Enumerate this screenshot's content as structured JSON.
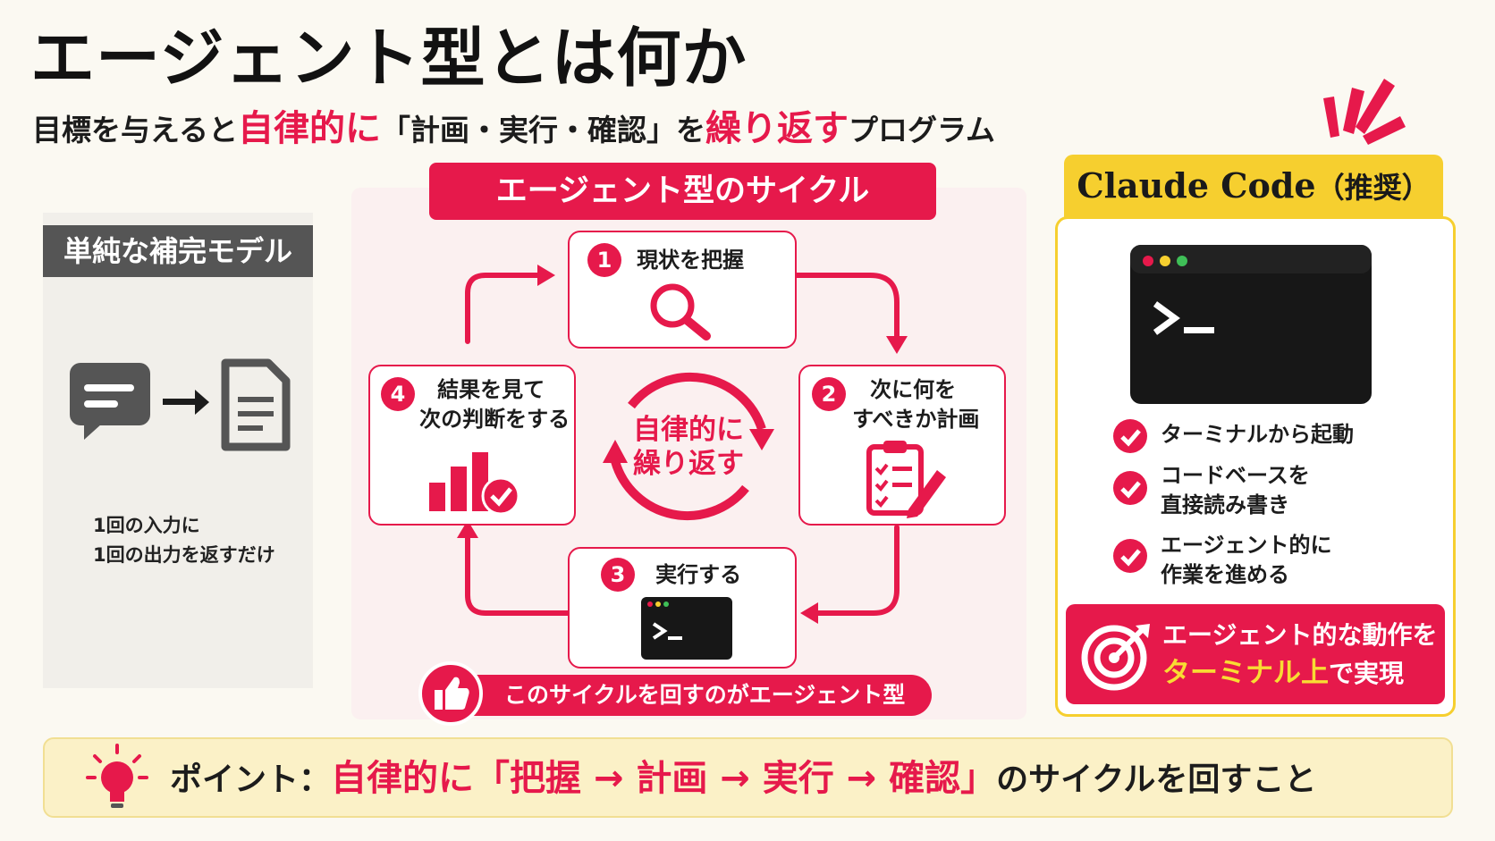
{
  "title": "エージェント型とは何か",
  "subtitle": {
    "part1": "目標を与えると",
    "part2": "自律的に",
    "part3": "「計画・実行・確認」を",
    "part4": "繰り返す",
    "part5": "プログラム"
  },
  "simple_model": {
    "header": "単純な補完モデル",
    "desc_line1": "1回の入力に",
    "desc_line2": "1回の出力を返すだけ",
    "icons": [
      "chat-bubble-icon",
      "arrow-right-icon",
      "document-icon"
    ]
  },
  "cycle": {
    "title": "エージェント型のサイクル",
    "center_line1": "自律的に",
    "center_line2": "繰り返す",
    "steps": [
      {
        "num": "1",
        "line1": "現状を把握",
        "line2": "",
        "icon": "magnifier-icon"
      },
      {
        "num": "2",
        "line1": "次に何を",
        "line2": "すべきか計画",
        "icon": "clipboard-pencil-icon"
      },
      {
        "num": "3",
        "line1": "実行する",
        "line2": "",
        "icon": "terminal-icon"
      },
      {
        "num": "4",
        "line1": "結果を見て",
        "line2": "次の判断をする",
        "icon": "bar-chart-check-icon"
      }
    ],
    "note": "このサイクルを回すのがエージェント型"
  },
  "claude_code": {
    "name": "Claude Code",
    "tag": "（推奨）",
    "features": [
      {
        "line1": "ターミナルから起動",
        "line2": ""
      },
      {
        "line1": "コードベースを",
        "line2": "直接読み書き"
      },
      {
        "line1": "エージェント的に",
        "line2": "作業を進める"
      }
    ],
    "callout_line1": "エージェント的な動作を",
    "callout_line2_highlight": "ターミナル上",
    "callout_line2_rest": "で実現"
  },
  "point": {
    "label": "ポイント：",
    "highlight": "自律的に「把握 → 計画 → 実行 → 確認」",
    "rest": "のサイクルを回すこと"
  },
  "colors": {
    "accent": "#e6194b",
    "yellow": "#f6cf2f",
    "dark": "#555555",
    "background": "#fbf9f2"
  }
}
